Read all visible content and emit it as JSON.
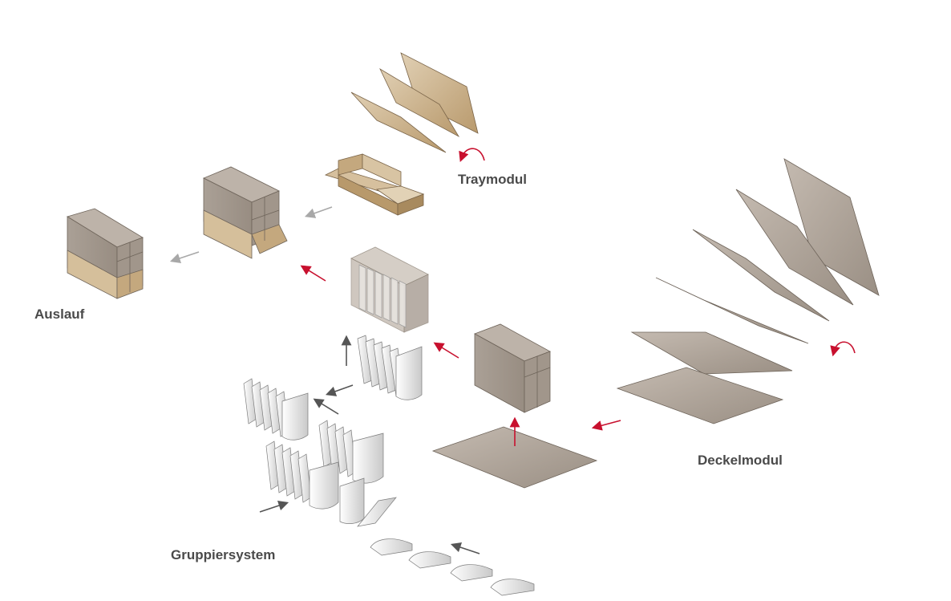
{
  "labels": {
    "traymodul": "Traymodul",
    "auslauf": "Auslauf",
    "deckelmodul": "Deckelmodul",
    "gruppiersystem": "Gruppiersystem"
  },
  "colors": {
    "accent_arrow": "#c8102e",
    "flow_arrow": "#555555",
    "light_arrow": "#a8a8a8",
    "tray_board": "#c9b18f",
    "lid_board": "#a59a8f",
    "product": "#d8d8d8",
    "label_text": "#4a4a4a"
  }
}
